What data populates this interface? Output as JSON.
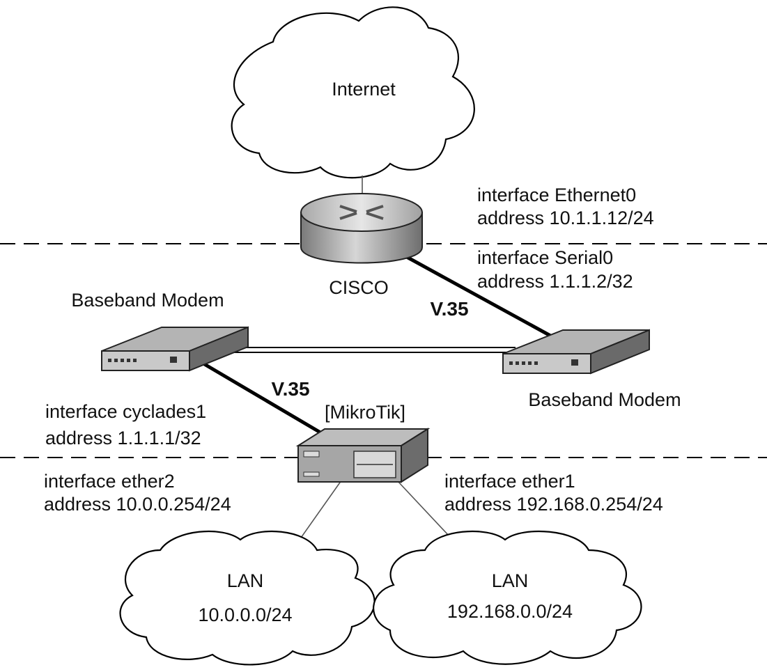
{
  "clouds": {
    "internet": {
      "label": "Internet"
    },
    "lan_left": {
      "label": "LAN",
      "subnet": "10.0.0.0/24"
    },
    "lan_right": {
      "label": "LAN",
      "subnet": "192.168.0.0/24"
    }
  },
  "cisco": {
    "label": "CISCO",
    "ethernet": {
      "interface": "interface Ethernet0",
      "address": "address 10.1.1.12/24"
    },
    "serial": {
      "interface": "interface Serial0",
      "address": "address 1.1.1.2/32"
    }
  },
  "modem_left": {
    "label": "Baseband Modem"
  },
  "modem_right": {
    "label": "Baseband Modem"
  },
  "links": {
    "v35_top": "V.35",
    "v35_bottom": "V.35"
  },
  "mikrotik": {
    "label": "[MikroTik]",
    "cyclades": {
      "interface": "interface cyclades1",
      "address": "address 1.1.1.1/32"
    },
    "ether2": {
      "interface": "interface ether2",
      "address": "address 10.0.0.254/24"
    },
    "ether1": {
      "interface": "interface ether1",
      "address": "address 192.168.0.254/24"
    }
  },
  "colors": {
    "device_gray": "#9a9a9a",
    "device_dark": "#5a5a5a",
    "device_light": "#d8d8d8",
    "line": "#000000"
  }
}
